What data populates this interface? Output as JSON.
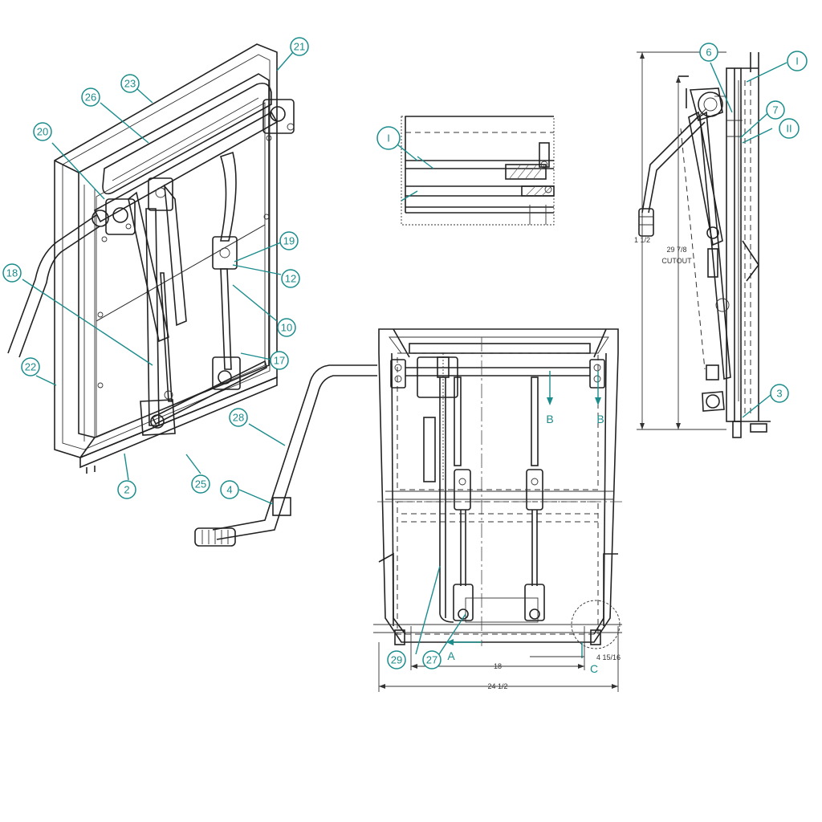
{
  "callouts": {
    "c21": "21",
    "c23": "23",
    "c26": "26",
    "c20": "20",
    "c18": "18",
    "c22": "22",
    "c19": "19",
    "c12": "12",
    "c10": "10",
    "c17": "17",
    "c28": "28",
    "c2": "2",
    "c25": "25",
    "c4": "4",
    "c1_detail": "I",
    "c6": "6",
    "c1_side": "I",
    "c7": "7",
    "c11": "II",
    "c3": "3",
    "c29": "29",
    "c27": "27"
  },
  "section_labels": {
    "a": "A",
    "b_left": "B",
    "b_right": "B",
    "c": "C"
  },
  "dimensions": {
    "width_inner": "18",
    "width_total": "24 1/2",
    "offset_right": "4 15/16",
    "height_total": "1 1/2",
    "cutout": "29 7/8",
    "cutout_label": "CUTOUT"
  },
  "colors": {
    "callout": "#1b8c8c",
    "linework": "#222222"
  }
}
